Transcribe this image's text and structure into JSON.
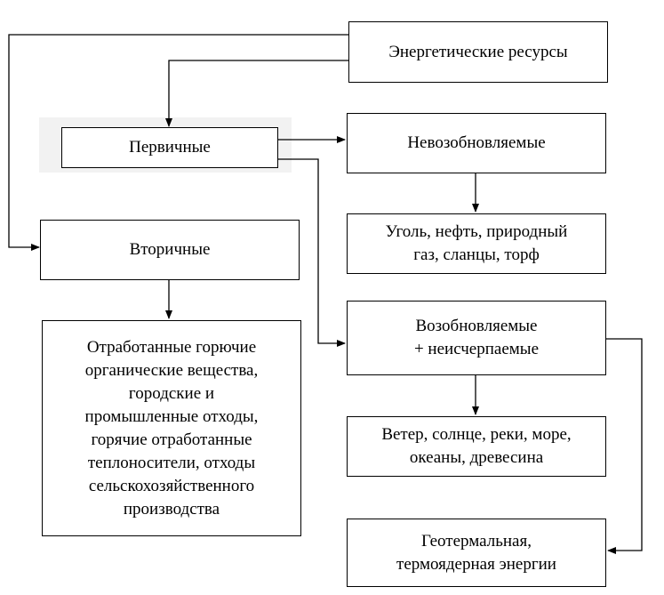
{
  "diagram": {
    "nodes": {
      "energy_resources": "Энергетические ресурсы",
      "primary": "Первичные",
      "secondary": "Вторичные",
      "nonrenewable": "Невозобновляемые",
      "fossil": "Уголь, нефть, природный\nгаз, сланцы, торф",
      "renewable": "Возобновляемые\n+ неисчерпаемые",
      "renewable_sources": "Ветер, солнце, реки, море,\nокеаны, древесина",
      "geothermal": "Геотермальная,\nтермоядерная энергии",
      "secondary_sources": "Отработанные горючие\nорганические вещества,\nгородские и\nпромышленные отходы,\nгорячие отработанные\nтеплоносители, отходы\nсельскохозяйственного\nпроизводства"
    },
    "colors": {
      "line": "#000000",
      "box_border": "#000000",
      "background": "#ffffff",
      "shade": "#f2f2f2"
    }
  }
}
